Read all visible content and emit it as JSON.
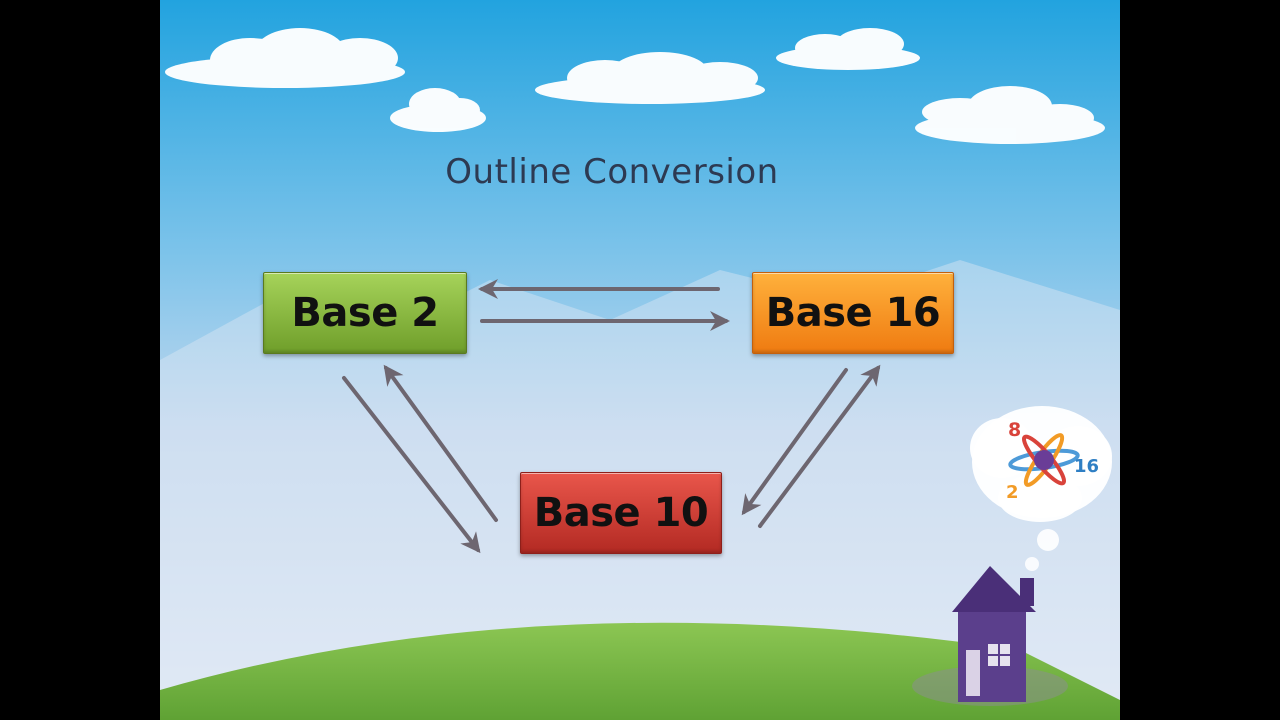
{
  "slide": {
    "title": "Outline Conversion"
  },
  "nodes": {
    "base2": {
      "label": "Base 2",
      "color": "#8bc34a"
    },
    "base16": {
      "label": "Base 16",
      "color": "#f7941d"
    },
    "base10": {
      "label": "Base 10",
      "color": "#d9433b"
    }
  },
  "arrows": [
    {
      "from": "Base 16",
      "to": "Base 2"
    },
    {
      "from": "Base 2",
      "to": "Base 16"
    },
    {
      "from": "Base 2",
      "to": "Base 10"
    },
    {
      "from": "Base 10",
      "to": "Base 2"
    },
    {
      "from": "Base 16",
      "to": "Base 10"
    },
    {
      "from": "Base 10",
      "to": "Base 16"
    }
  ],
  "thought_bubble": {
    "numbers": [
      "8",
      "16",
      "2"
    ]
  },
  "colors": {
    "sky_top": "#2aa8e0",
    "sky_bottom": "#dfe8f4",
    "grass": "#7ab648",
    "house": "#5b3f8c",
    "arrow": "#6d6670"
  }
}
